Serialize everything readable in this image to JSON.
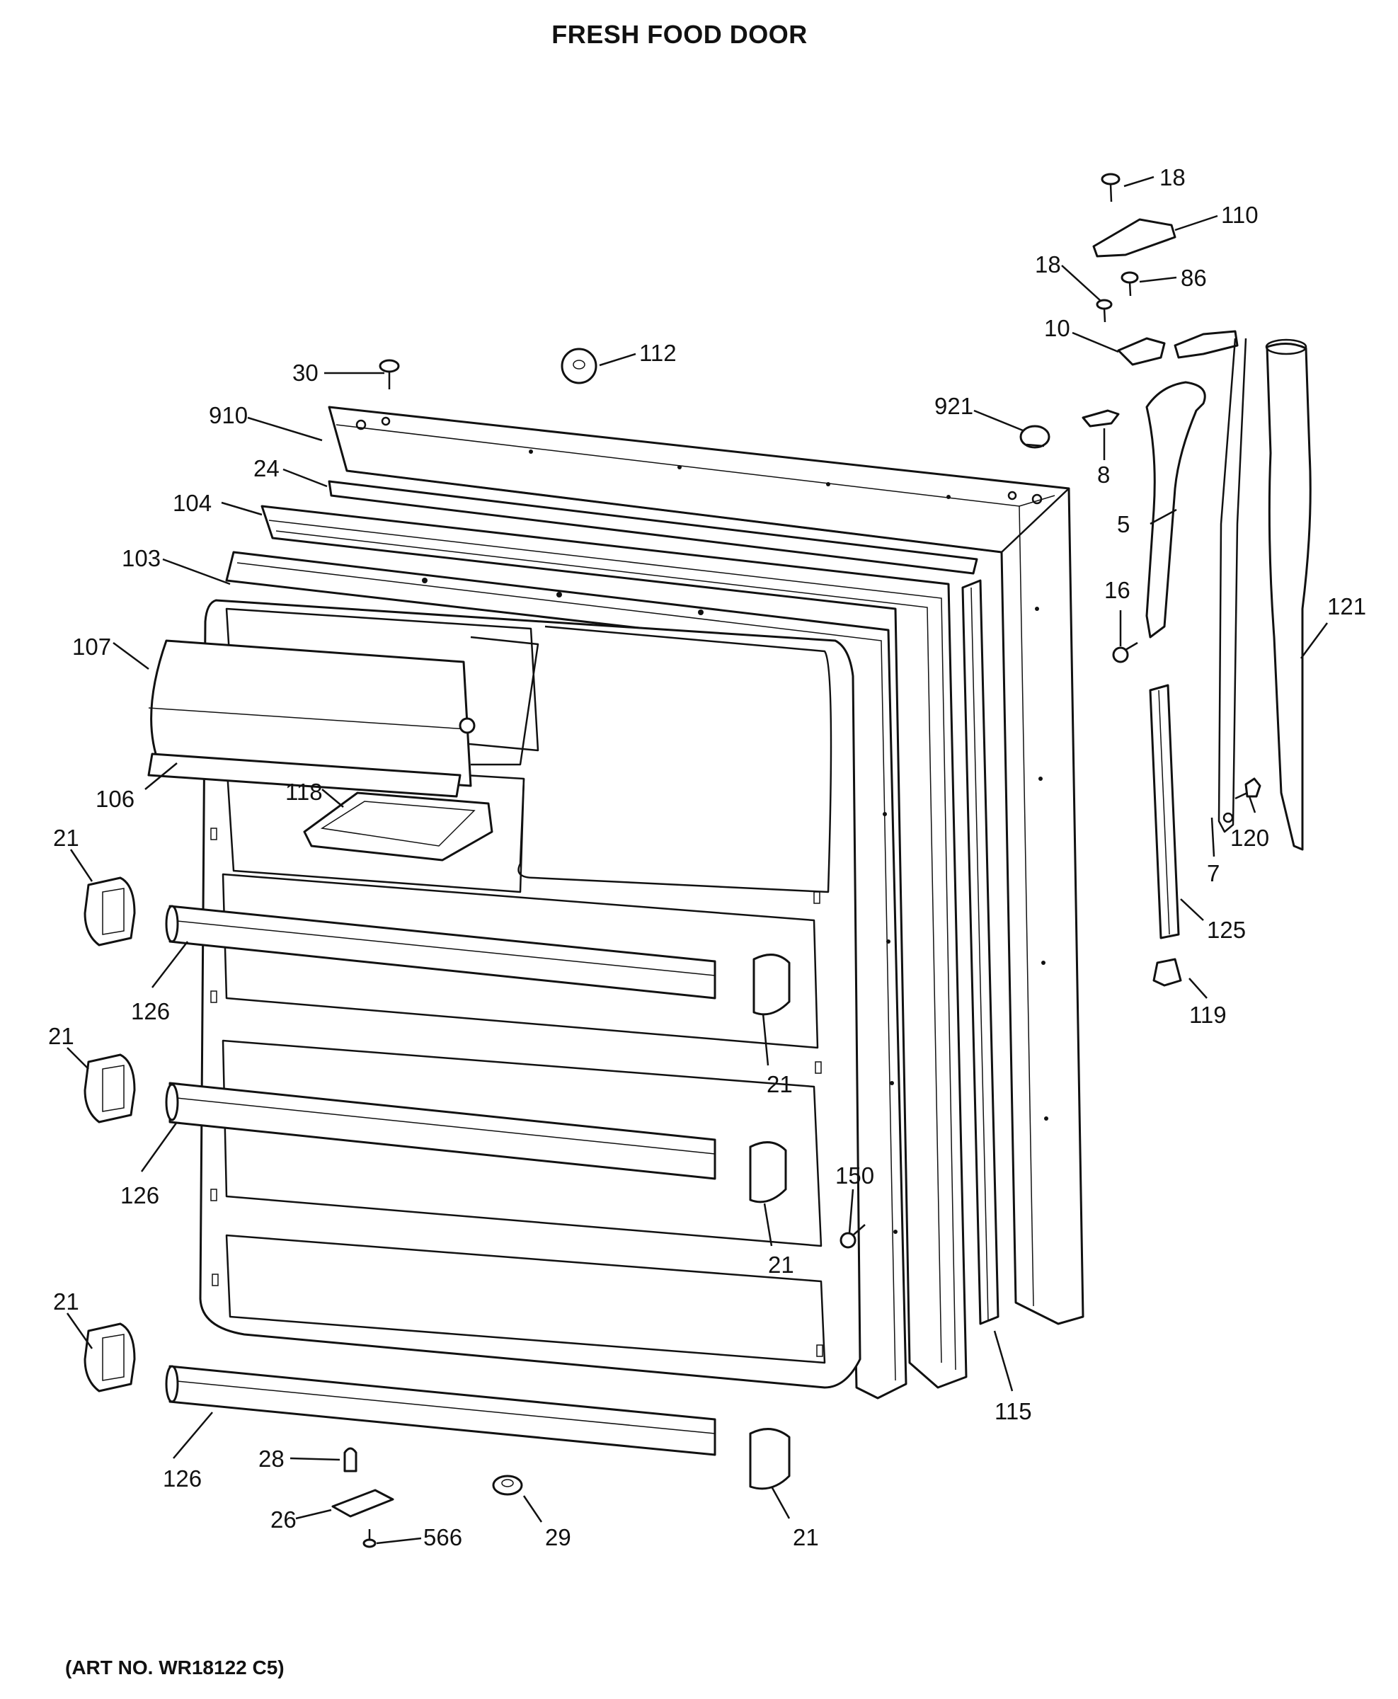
{
  "title": "FRESH FOOD DOOR",
  "art_number": "(ART NO. WR18122 C5)",
  "callouts": [
    "18",
    "110",
    "18",
    "86",
    "10",
    "112",
    "30",
    "910",
    "921",
    "8",
    "24",
    "104",
    "5",
    "103",
    "16",
    "121",
    "107",
    "106",
    "118",
    "120",
    "7",
    "21",
    "125",
    "126",
    "119",
    "21",
    "21",
    "126",
    "150",
    "21",
    "21",
    "115",
    "126",
    "28",
    "21",
    "26",
    "566",
    "29"
  ]
}
